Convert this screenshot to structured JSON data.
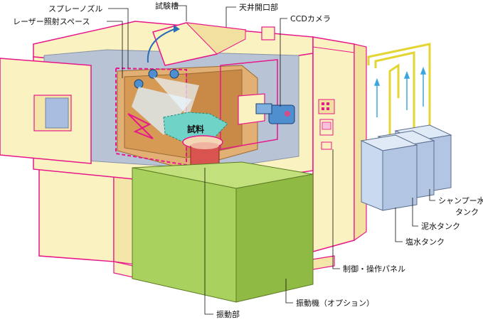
{
  "labels": {
    "spray_nozzle": "スプレーノズル",
    "test_chamber": "試験槽",
    "ceiling_opening": "天井開口部",
    "laser_space": "レーザー照射スペース",
    "ccd_camera": "CCDカメラ",
    "specimen": "試料",
    "shampoo_tank_1": "シャンプー水",
    "shampoo_tank_2": "タンク",
    "mud_tank": "泥水タンク",
    "salt_tank": "塩水タンク",
    "control_panel": "制御・操作パネル",
    "vibrator": "振動機（オプション）",
    "vibration_part": "振動部"
  },
  "colors": {
    "cabinet": "#fbf2c2",
    "magenta": "#e8178a",
    "vibrator_green": "#a9d15e",
    "tank_blue": "#c9d9ef",
    "chamber_brown": "#d69a55",
    "pipe_yellow": "#e3d532",
    "camera_blue": "#4f8fd0",
    "specimen_teal": "#6fd3c8"
  }
}
